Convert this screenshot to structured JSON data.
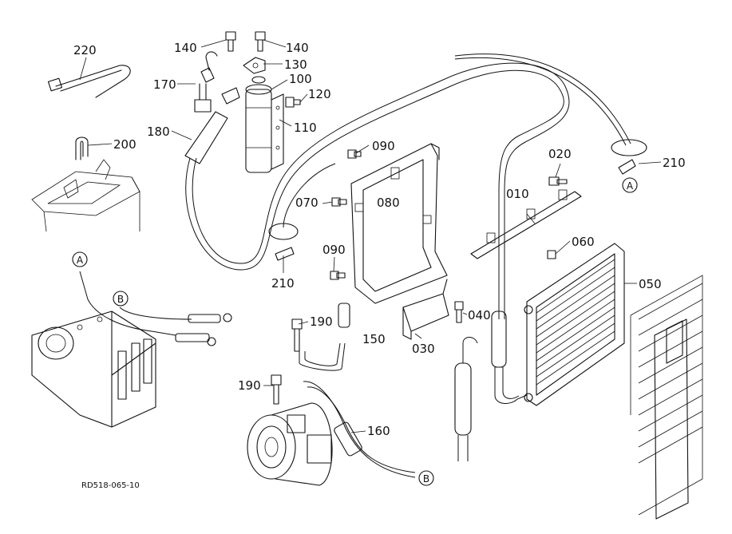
{
  "diagram": {
    "caption": "RD518-065-10",
    "callouts": [
      {
        "id": "220",
        "text": "220"
      },
      {
        "id": "140a",
        "text": "140"
      },
      {
        "id": "140b",
        "text": "140"
      },
      {
        "id": "130",
        "text": "130"
      },
      {
        "id": "100",
        "text": "100"
      },
      {
        "id": "170",
        "text": "170"
      },
      {
        "id": "120",
        "text": "120"
      },
      {
        "id": "180",
        "text": "180"
      },
      {
        "id": "110",
        "text": "110"
      },
      {
        "id": "200",
        "text": "200"
      },
      {
        "id": "090a",
        "text": "090"
      },
      {
        "id": "020",
        "text": "020"
      },
      {
        "id": "210a",
        "text": "210"
      },
      {
        "id": "070",
        "text": "070"
      },
      {
        "id": "080",
        "text": "080"
      },
      {
        "id": "010",
        "text": "010"
      },
      {
        "id": "060",
        "text": "060"
      },
      {
        "id": "090b",
        "text": "090"
      },
      {
        "id": "210b",
        "text": "210"
      },
      {
        "id": "050",
        "text": "050"
      },
      {
        "id": "190a",
        "text": "190"
      },
      {
        "id": "150",
        "text": "150"
      },
      {
        "id": "040",
        "text": "040"
      },
      {
        "id": "030",
        "text": "030"
      },
      {
        "id": "190b",
        "text": "190"
      },
      {
        "id": "160",
        "text": "160"
      }
    ],
    "markers": [
      {
        "id": "A1",
        "text": "A"
      },
      {
        "id": "A2",
        "text": "A"
      },
      {
        "id": "B1",
        "text": "B"
      },
      {
        "id": "B2",
        "text": "B"
      }
    ]
  }
}
